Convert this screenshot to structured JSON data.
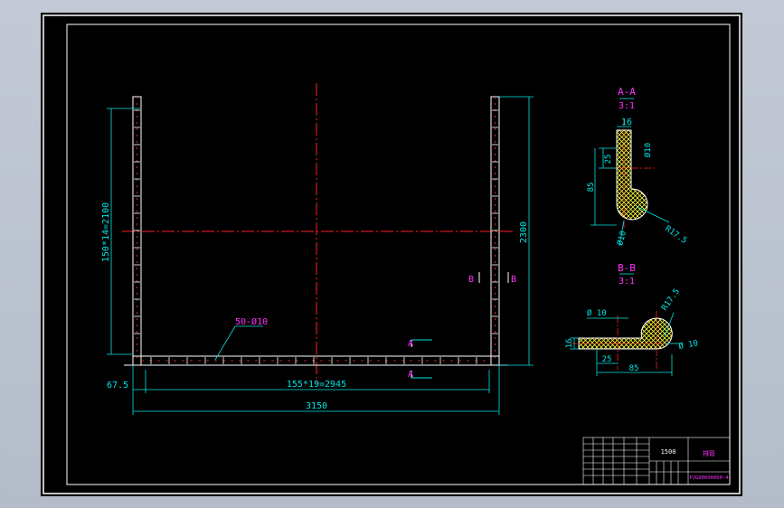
{
  "colors": {
    "background": "#000000",
    "frame": "#ffffff",
    "outline": "#ffffff",
    "dimension": "#00e5e5",
    "centerline": "#ff2020",
    "label": "#ff30ff",
    "hatch": "#ffff40",
    "titleblock": "#ffffff"
  },
  "main_view": {
    "left_dimension": "150*14=2100",
    "right_dimension": "2300",
    "bottom_pitch_dimension": "155*19=2945",
    "bottom_total_dimension": "3150",
    "bottom_offset_dimension": "67.5",
    "hole_callout": "50-Ø10",
    "section_mark_a": "A",
    "section_mark_b": "B"
  },
  "section_a": {
    "title": "A-A",
    "scale": "3:1",
    "dim_width": "16",
    "dim_hole": "Ø10",
    "dim_25": "25",
    "dim_85": "85",
    "dim_radius": "R17.5",
    "dim_hole_bottom": "Ø10"
  },
  "section_b": {
    "title": "B-B",
    "scale": "3:1",
    "dim_hole_left": "Ø 10",
    "dim_radius": "R17.5",
    "dim_hole_right": "Ø 10",
    "dim_thickness": "16",
    "dim_25": "25",
    "dim_85": "85"
  },
  "title_block": {
    "material": "1500",
    "name": "排管",
    "drawing_no": "PJG00000000-4"
  }
}
